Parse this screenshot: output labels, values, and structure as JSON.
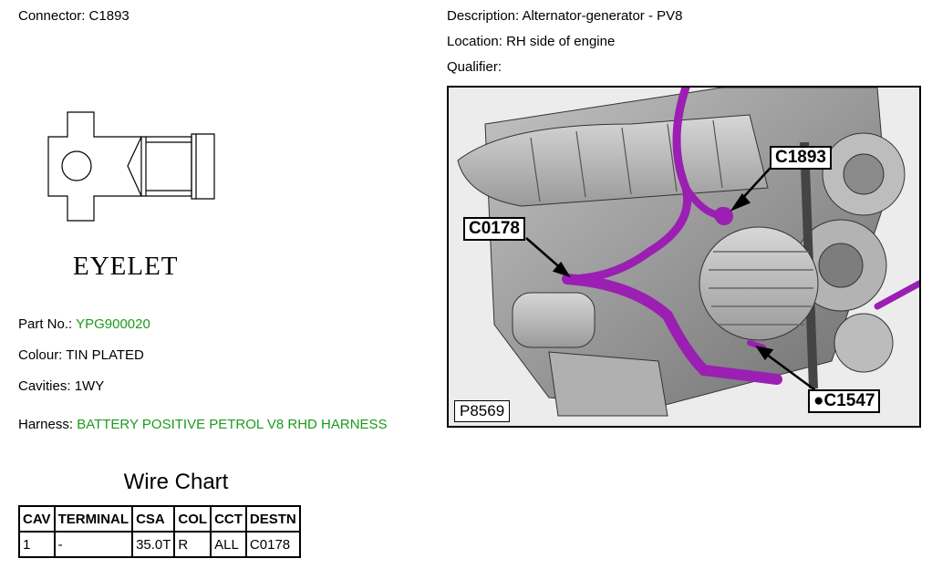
{
  "header": {
    "connector_label": "Connector:",
    "connector_value": "C1893",
    "description_label": "Description:",
    "description_value": "Alternator-generator - PV8",
    "location_label": "Location:",
    "location_value": "RH side of engine",
    "qualifier_label": "Qualifier:",
    "qualifier_value": ""
  },
  "connector": {
    "type_label": "EYELET",
    "part_no_label": "Part No.:",
    "part_no_value": "YPG900020",
    "colour_label": "Colour:",
    "colour_value": "TIN PLATED",
    "cavities_label": "Cavities:",
    "cavities_value": "1WY",
    "harness_label": "Harness:",
    "harness_value": "BATTERY POSITIVE PETROL V8 RHD HARNESS"
  },
  "photo": {
    "callouts": {
      "c1893": "C1893",
      "c0178": "C0178",
      "c1547": "●C1547"
    },
    "id": "P8569"
  },
  "wire_chart": {
    "title": "Wire Chart",
    "columns": [
      "CAV",
      "TERMINAL",
      "CSA",
      "COL",
      "CCT",
      "DESTN"
    ],
    "rows": [
      [
        "1",
        "-",
        "35.0T",
        "R",
        "ALL",
        "C0178"
      ]
    ]
  },
  "colors": {
    "link_green": "#1c9a1c",
    "harness_purple": "#9b1fb2"
  }
}
